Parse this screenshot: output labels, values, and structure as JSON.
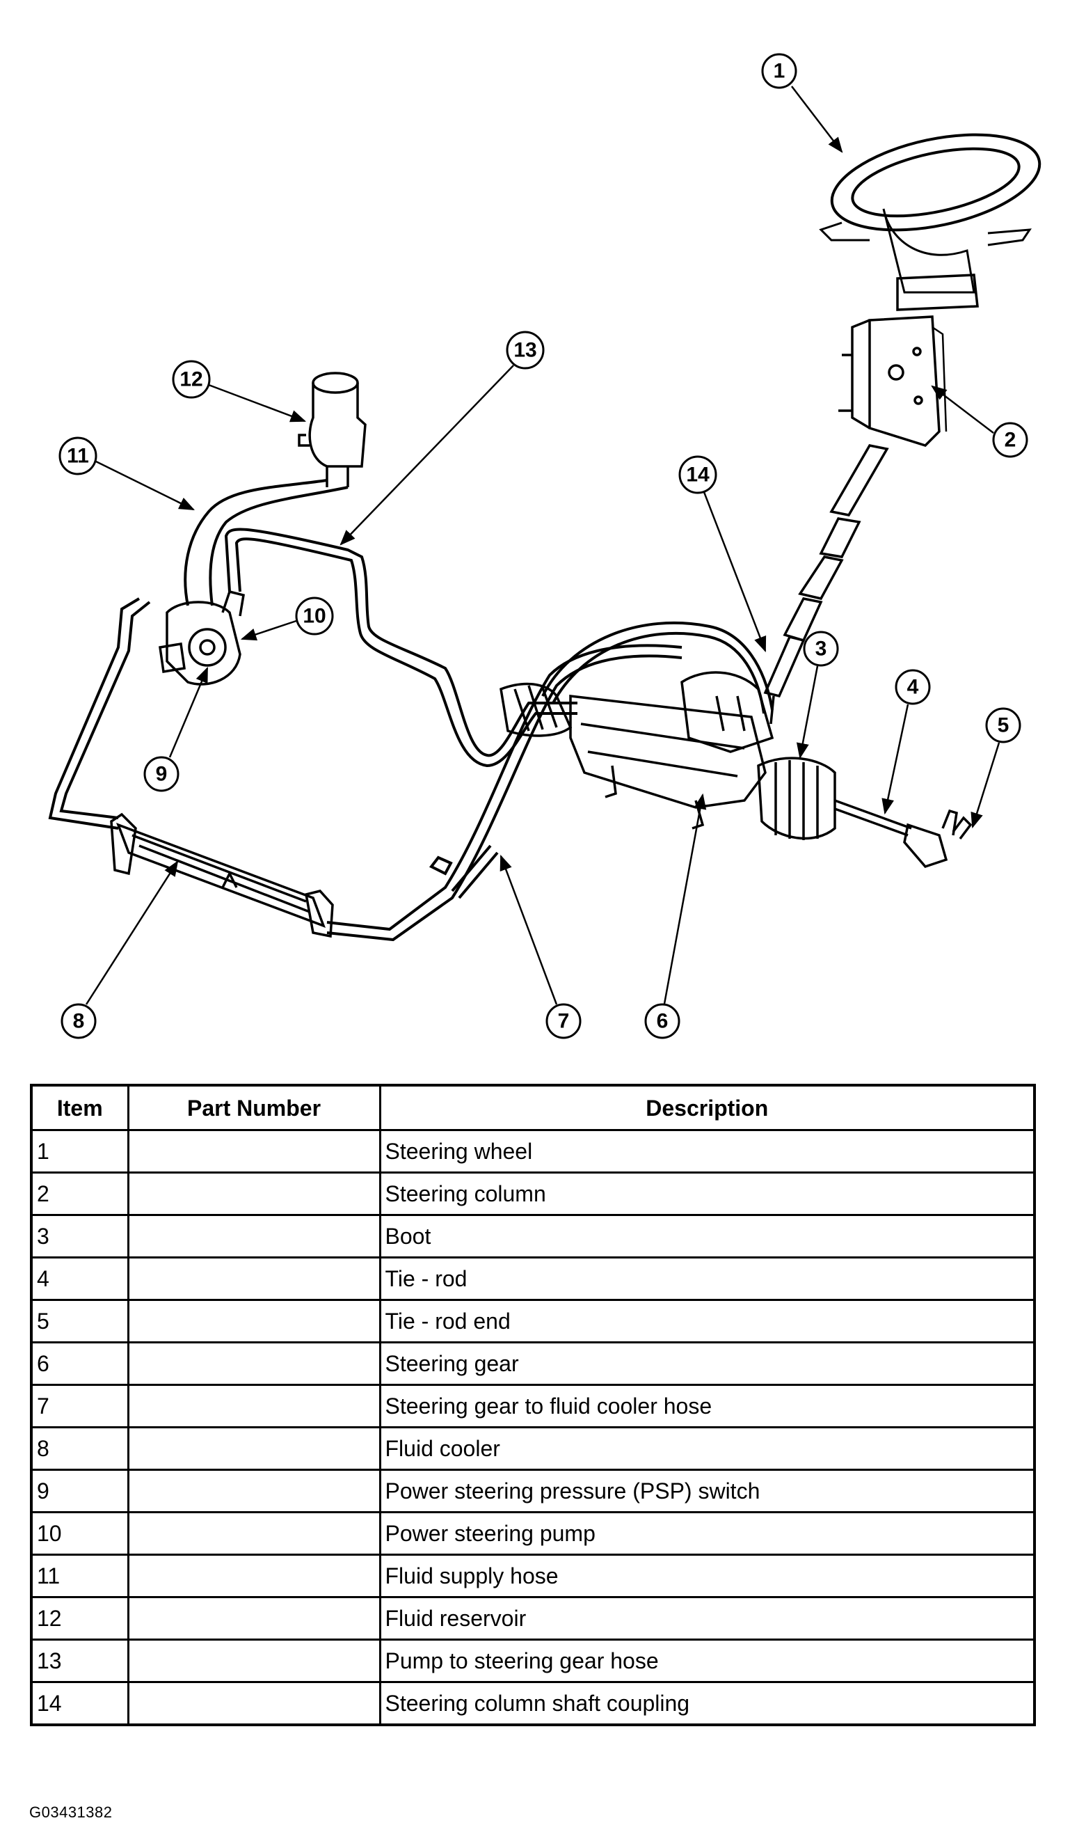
{
  "diagram": {
    "callouts": [
      {
        "number": "1"
      },
      {
        "number": "2"
      },
      {
        "number": "3"
      },
      {
        "number": "4"
      },
      {
        "number": "5"
      },
      {
        "number": "6"
      },
      {
        "number": "7"
      },
      {
        "number": "8"
      },
      {
        "number": "9"
      },
      {
        "number": "10"
      },
      {
        "number": "11"
      },
      {
        "number": "12"
      },
      {
        "number": "13"
      },
      {
        "number": "14"
      }
    ]
  },
  "table": {
    "headers": {
      "item": "Item",
      "part_number": "Part Number",
      "description": "Description"
    },
    "rows": [
      {
        "item": "1",
        "part_number": "",
        "description": "Steering wheel"
      },
      {
        "item": "2",
        "part_number": "",
        "description": "Steering column"
      },
      {
        "item": "3",
        "part_number": "",
        "description": "Boot"
      },
      {
        "item": "4",
        "part_number": "",
        "description": "Tie - rod"
      },
      {
        "item": "5",
        "part_number": "",
        "description": "Tie - rod end"
      },
      {
        "item": "6",
        "part_number": "",
        "description": "Steering gear"
      },
      {
        "item": "7",
        "part_number": "",
        "description": "Steering gear to fluid cooler hose"
      },
      {
        "item": "8",
        "part_number": "",
        "description": "Fluid cooler"
      },
      {
        "item": "9",
        "part_number": "",
        "description": "Power steering pressure (PSP) switch"
      },
      {
        "item": "10",
        "part_number": "",
        "description": "Power steering pump"
      },
      {
        "item": "11",
        "part_number": "",
        "description": "Fluid supply hose"
      },
      {
        "item": "12",
        "part_number": "",
        "description": "Fluid reservoir"
      },
      {
        "item": "13",
        "part_number": "",
        "description": "Pump to steering gear hose"
      },
      {
        "item": "14",
        "part_number": "",
        "description": "Steering column shaft coupling"
      }
    ]
  },
  "figure_id": "G03431382"
}
